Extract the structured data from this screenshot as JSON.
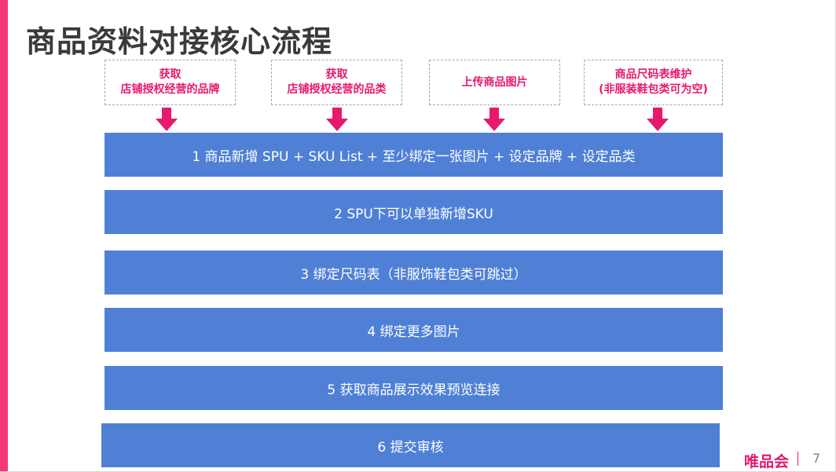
{
  "title": "商品资料对接核心流程",
  "notes": [
    {
      "text": "获取\n店铺授权经营的品牌"
    },
    {
      "text": "获取\n店铺授权经营的品类"
    },
    {
      "text": "上传商品图片"
    },
    {
      "text": "商品尺码表维护\n(非服装鞋包类可为空)"
    }
  ],
  "steps": [
    {
      "label": "1 商品新增 SPU +  SKU List + 至少绑定一张图片 + 设定品牌 + 设定品类"
    },
    {
      "label": "2 SPU下可以单独新增SKU"
    },
    {
      "label": "3 绑定尺码表（非服饰鞋包类可跳过）"
    },
    {
      "label": "4 绑定更多图片"
    },
    {
      "label": "5 获取商品展示效果预览连接"
    },
    {
      "label": "6 提交审核"
    }
  ],
  "footer": {
    "logo": "唯品会",
    "page_number": "7"
  },
  "colors": {
    "accent": "#e6196e",
    "step_fill": "#4f80d6",
    "title": "#3a3a3a",
    "left_bar": "#f0387a"
  },
  "icons": [
    "down-arrow-icon"
  ]
}
